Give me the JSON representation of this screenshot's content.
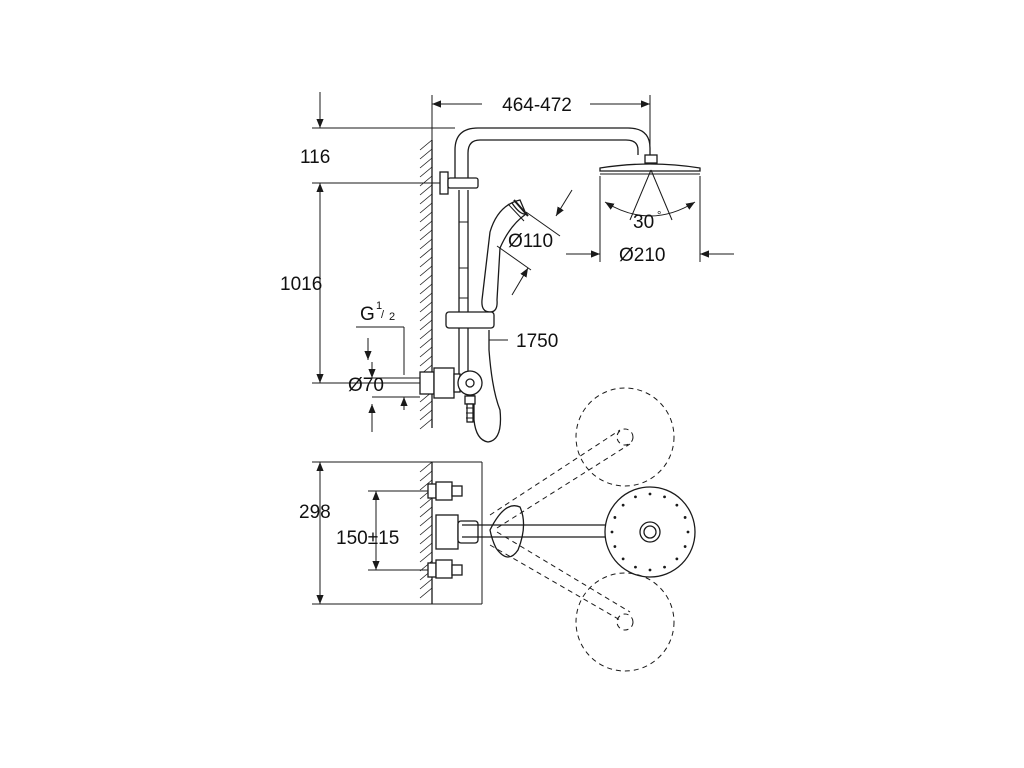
{
  "dimensions": {
    "projection": "464-472",
    "top_offset": "116",
    "height_to_outlet": "1016",
    "connection_prefix": "G",
    "connection_num": "1",
    "connection_den": "2",
    "outlet_diameter": "Ø70",
    "hand_shower_diameter": "Ø110",
    "head_shower_diameter": "Ø210",
    "hose_length": "1750",
    "swivel_angle": "30",
    "angle_unit": "°",
    "depth": "298",
    "centres": "150±15"
  }
}
